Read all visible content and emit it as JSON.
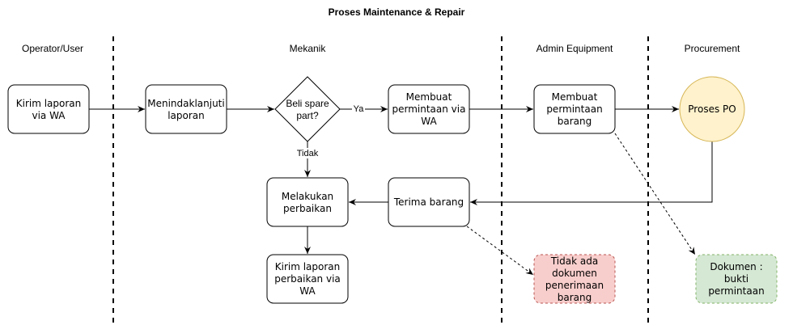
{
  "title": "Proses Maintenance & Repair",
  "lanes": [
    "Operator/User",
    "Mekanik",
    "Admin Equipment",
    "Procurement"
  ],
  "nodes": {
    "kirim_laporan": [
      "Kirim laporan",
      "via WA"
    ],
    "menindaklanjuti": [
      "Menindaklanjuti",
      "laporan"
    ],
    "beli_spare": [
      "Beli spare",
      "part?"
    ],
    "permintaan_wa": [
      "Membuat",
      "permintaan via",
      "WA"
    ],
    "permintaan_barang": [
      "Membuat",
      "permintaan",
      "barang"
    ],
    "proses_po": "Proses PO",
    "melakukan_perbaikan": [
      "Melakukan",
      "perbaikan"
    ],
    "terima_barang": "Terima barang",
    "kirim_laporan_perbaikan": [
      "Kirim laporan",
      "perbaikan via",
      "WA"
    ],
    "tidak_ada_dokumen": [
      "Tidak ada",
      "dokumen",
      "penerimaan",
      "barang"
    ],
    "dokumen_bukti": [
      "Dokumen :",
      "bukti",
      "permintaan"
    ]
  },
  "edge_labels": {
    "yes": "Ya",
    "no": "Tidak"
  },
  "colors": {
    "proses_po_fill": "#fff2cc",
    "proses_po_stroke": "#d6b656",
    "red_fill": "#f8cecc",
    "red_stroke": "#b85450",
    "green_fill": "#d5e8d4",
    "green_stroke": "#82b366"
  }
}
